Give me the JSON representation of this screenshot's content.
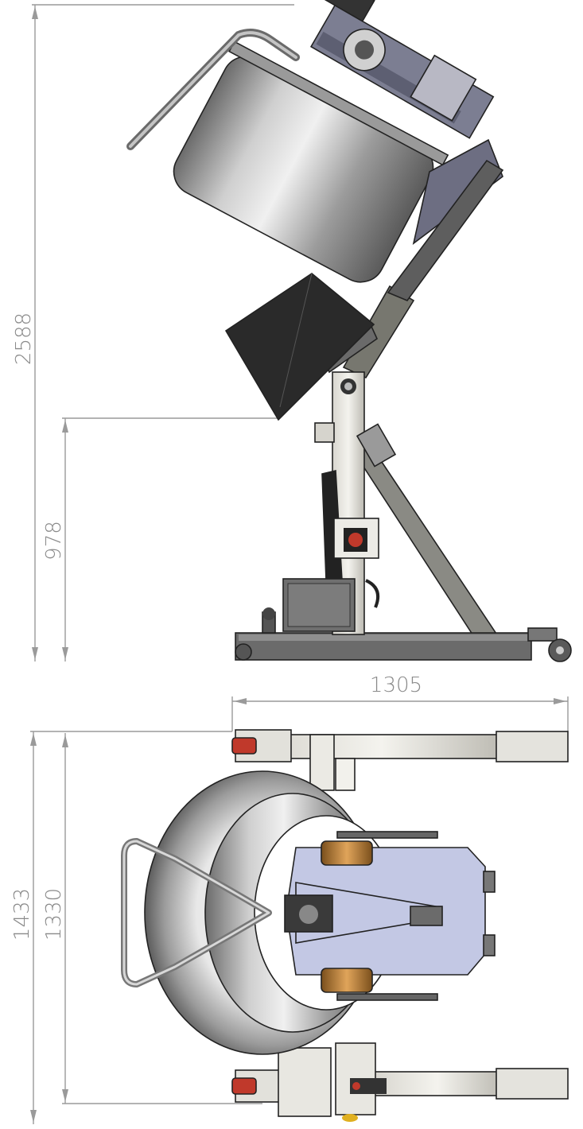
{
  "dimensions": {
    "total_height": "2588",
    "discharge_height": "978",
    "overall_length": "1305",
    "overall_width": "1433",
    "inner_width": "1330"
  },
  "colors": {
    "steel": "#9a9a9a",
    "dark_chute": "#2a2a2a",
    "frame_grey": "#6e6e6e",
    "platform_blue": "#c3c8e4",
    "wheel_red": "#c0392b",
    "wheel_bronze": "#b8823e",
    "dimension_line": "#9a9a9a"
  },
  "views": [
    "side-elevation",
    "top-plan"
  ]
}
